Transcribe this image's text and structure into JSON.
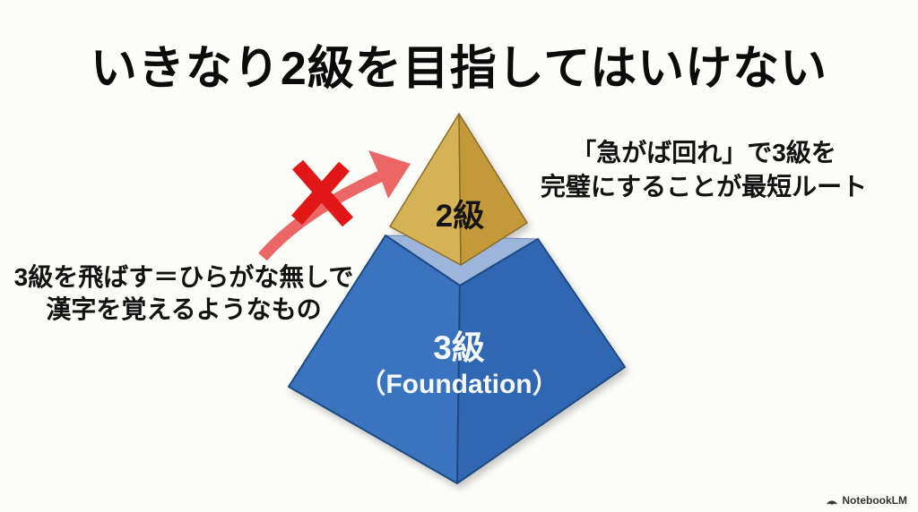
{
  "slide": {
    "title": "いきなり2級を目指してはいけない",
    "background": "#fcfcf9"
  },
  "pyramid": {
    "top_tier_label": "2級",
    "base_tier_label_line1": "3級",
    "base_tier_label_line2": "（Foundation）",
    "colors": {
      "gold_left_face": "#d6b257",
      "gold_right_face": "#c39939",
      "gold_edge": "#8a6d25",
      "collar_top_face": "#9db5da",
      "blue_left_face": "#3a74c0",
      "blue_right_face": "#3067b3",
      "blue_edge": "#1d4a80",
      "cross": "#e11616",
      "arrow": "#ec6666"
    }
  },
  "annotations": {
    "left_note_line1": "3級を飛ばす＝ひらがな無しで",
    "left_note_line2": "漢字を覚えるようなもの",
    "right_note_line1": "「急がば回れ」で3級を",
    "right_note_line2": "完璧にすることが最短ルート"
  },
  "watermark": {
    "label": "NotebookLM"
  }
}
